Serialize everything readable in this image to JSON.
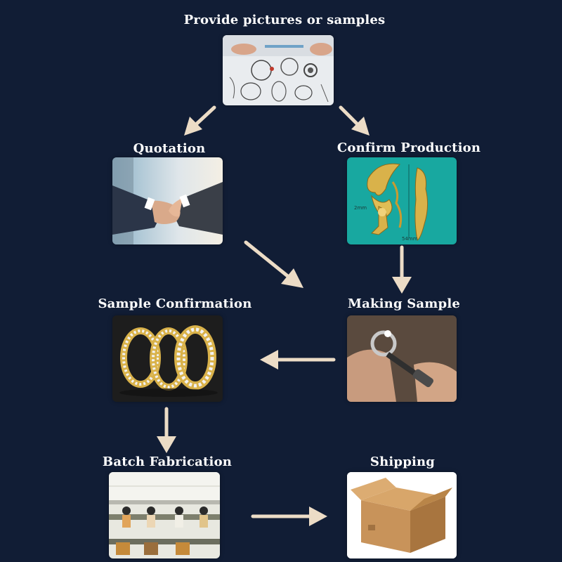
{
  "steps": {
    "provide": "Provide pictures or samples",
    "quotation": "Quotation",
    "confirm_production": "Confirm Production",
    "making_sample": "Making Sample",
    "sample_confirmation": "Sample Confirmation",
    "batch_fabrication": "Batch Fabrication",
    "shipping": "Shipping"
  },
  "cad_annotations": {
    "width": "2mm",
    "height": "54mm"
  },
  "colors": {
    "background": "#111d35",
    "arrow": "#ecdcc6",
    "label": "#ffffff",
    "gold": "#d9b24a",
    "cad_bg": "#18a8a0"
  }
}
